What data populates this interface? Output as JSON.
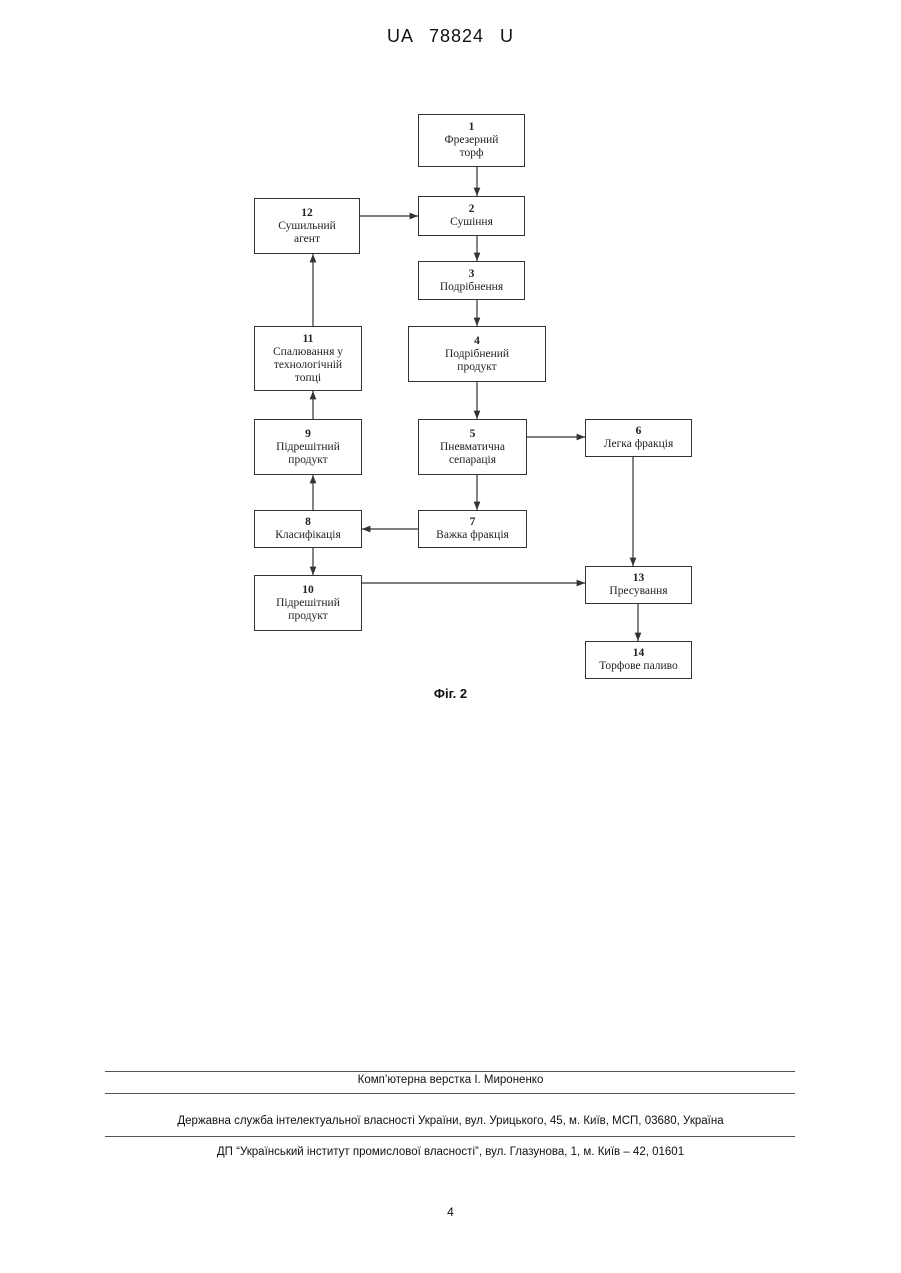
{
  "header": {
    "doc_id": "UA   78824   U"
  },
  "diagram": {
    "boxes": {
      "b1": {
        "num": "1",
        "label": "Фрезерний\nторф"
      },
      "b2": {
        "num": "2",
        "label": "Сушіння"
      },
      "b3": {
        "num": "3",
        "label": "Подрібнення"
      },
      "b4": {
        "num": "4",
        "label": "Подрібнений\nпродукт"
      },
      "b5": {
        "num": "5",
        "label": "Пневматична\nсепарація"
      },
      "b6": {
        "num": "6",
        "label": "Легка фракція"
      },
      "b7": {
        "num": "7",
        "label": "Важка фракція"
      },
      "b8": {
        "num": "8",
        "label": "Класифікація"
      },
      "b9": {
        "num": "9",
        "label": "Підрешітний\nпродукт"
      },
      "b10": {
        "num": "10",
        "label": "Підрешітний\nпродукт"
      },
      "b11": {
        "num": "11",
        "label": "Спалювання у\nтехнологічній\nтопці"
      },
      "b12": {
        "num": "12",
        "label": "Сушильний\nагент"
      },
      "b13": {
        "num": "13",
        "label": "Пресування"
      },
      "b14": {
        "num": "14",
        "label": "Торфове паливо"
      }
    },
    "caption": "Фіг. 2"
  },
  "footer": {
    "layout_credit": "Комп’ютерна верстка І. Мироненко",
    "agency": "Державна служба інтелектуальної власності України, вул. Урицького, 45, м. Київ, МСП, 03680, Україна",
    "institute": "ДП “Український інститут промислової власності”, вул. Глазунова, 1, м. Київ – 42, 01601",
    "page_number": "4"
  }
}
